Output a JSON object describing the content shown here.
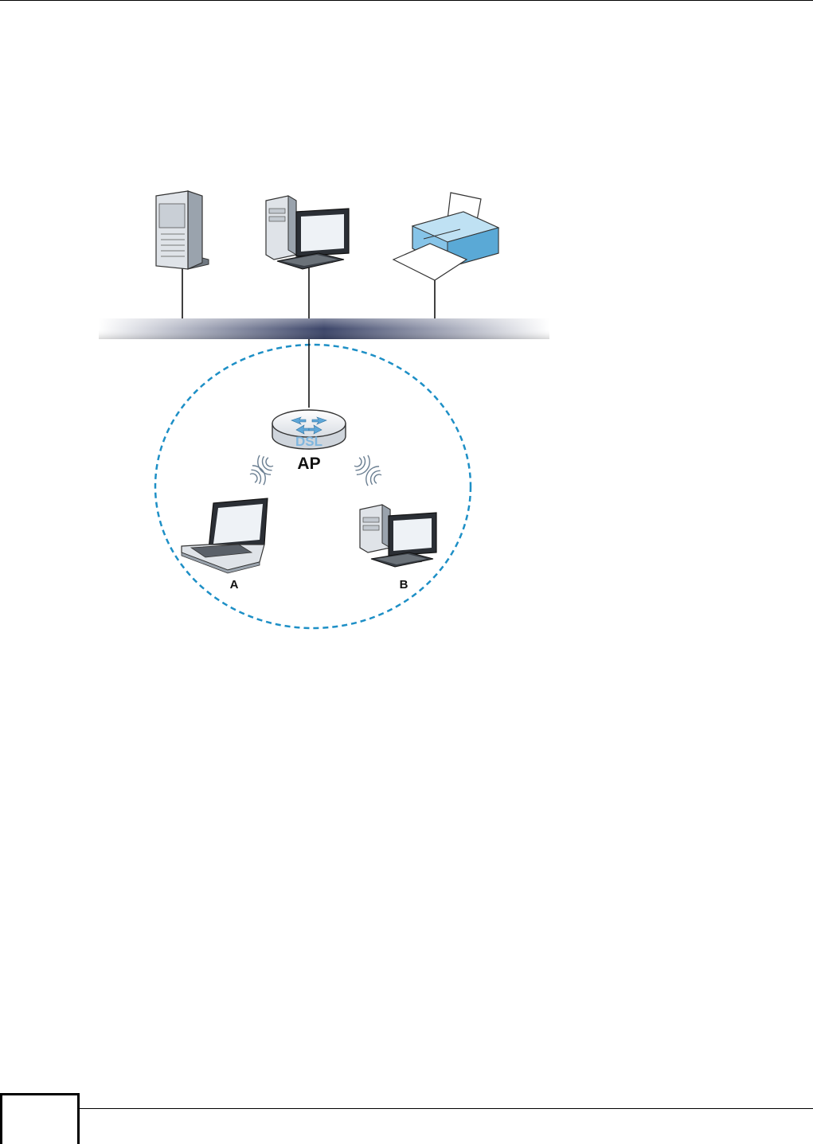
{
  "diagram": {
    "router_label": "DSL",
    "ap_label": "AP",
    "station_a_label": "A",
    "station_b_label": "B"
  },
  "footer": {
    "page_number": ""
  },
  "colors": {
    "backbone_center": "#3b4468",
    "bss_boundary": "#1d8fc6",
    "device_blue": "#86c4e8",
    "device_gray": "#dfe3e8"
  }
}
